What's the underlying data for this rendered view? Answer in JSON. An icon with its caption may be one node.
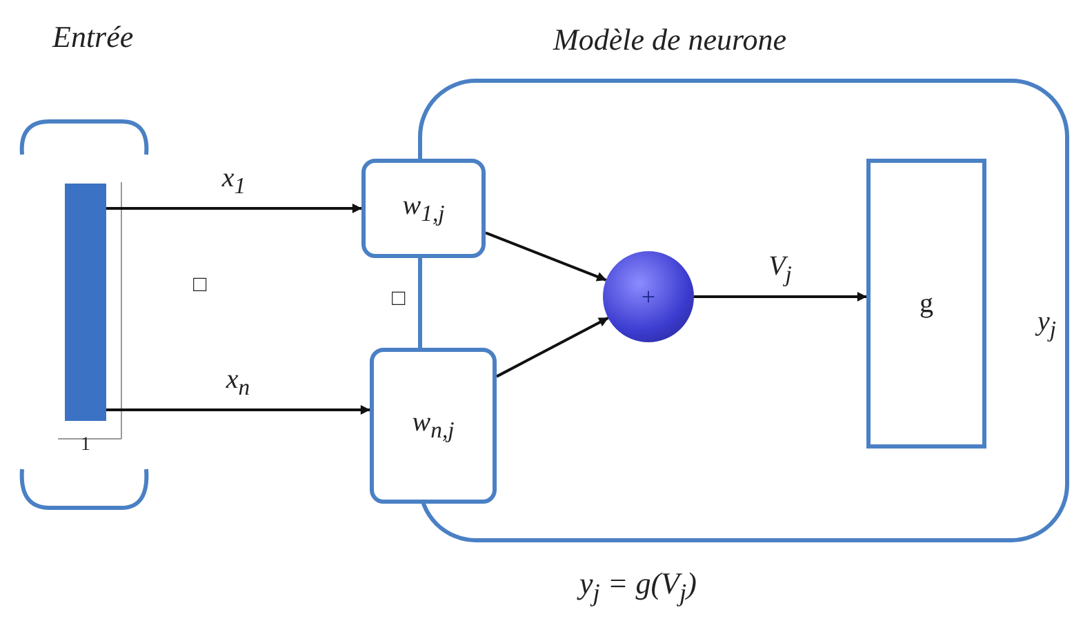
{
  "diagram": {
    "nodes": [
      {
        "text": [],
        "shape": "bar",
        "beside": [
          "1"
        ]
      },
      {
        "text": [
          "Modèle de neurone"
        ]
      },
      {
        "text": [
          "w$_{1,j}$"
        ]
      },
      {
        "text": [
          "w$_{n,j}$"
        ]
      },
      {
        "text": [
          "+"
        ],
        "in": 1
      },
      {
        "text": [
          "g"
        ],
        "in": 1
      }
    ],
    "edges": [
      {
        "from": 0,
        "to": 2,
        "arrow": "to",
        "label": "x$_{1}$"
      },
      {
        "from": 0,
        "to": 3,
        "arrow": "to",
        "label": "x$_{n}$"
      },
      {
        "from": 2,
        "to": 4,
        "arrow": "to"
      },
      {
        "from": 3,
        "to": 4,
        "arrow": "to"
      },
      {
        "from": 4,
        "to": 5,
        "arrow": "to",
        "label": "V$_{j}$"
      }
    ],
    "labels": [
      "Entrée",
      "□",
      "□",
      "y$_{j}$",
      "y$_{j}$ = g(V$_{j}$)"
    ]
  }
}
